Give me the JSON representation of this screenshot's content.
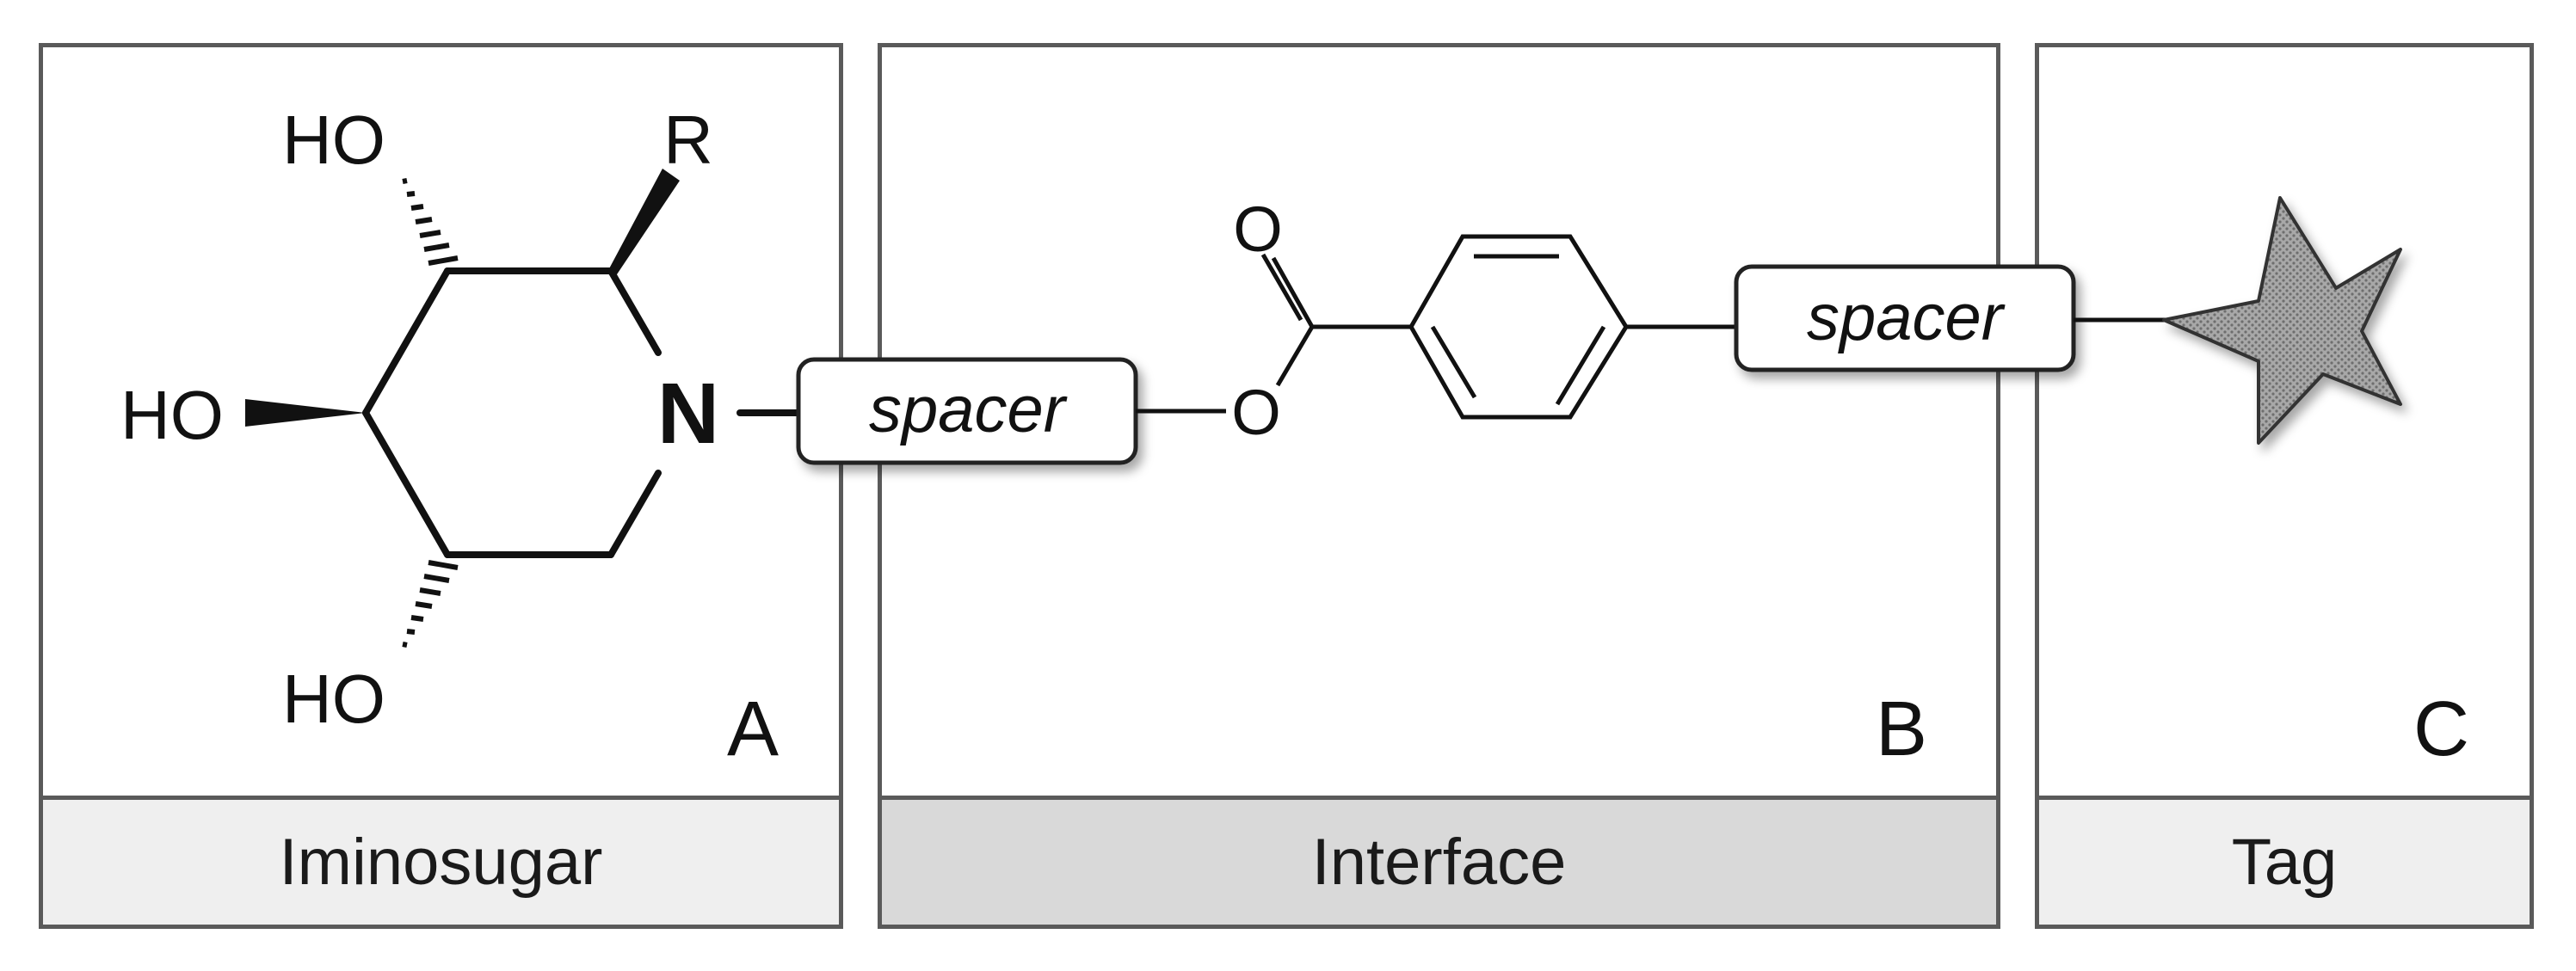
{
  "panels": [
    {
      "id": "a",
      "letter": "A",
      "caption": "Iminosugar",
      "caption_bg": "#efefef"
    },
    {
      "id": "b",
      "letter": "B",
      "caption": "Interface",
      "caption_bg": "#d9d9d9"
    },
    {
      "id": "c",
      "letter": "C",
      "caption": "Tag",
      "caption_bg": "#efefef"
    }
  ],
  "molecule": {
    "substituent_r": "R",
    "hydroxyl_top": "HO",
    "hydroxyl_middle": "HO",
    "hydroxyl_bottom": "HO",
    "ring_nitrogen": "N",
    "carbonyl_oxygen": "O",
    "ester_oxygen": "O"
  },
  "spacers": {
    "left": "spacer",
    "right": "spacer"
  },
  "colors": {
    "border": "#5a5a5a",
    "bond": "#111111",
    "star_fill": "#9a9a9a"
  },
  "icons": {
    "tag": "star-icon"
  }
}
